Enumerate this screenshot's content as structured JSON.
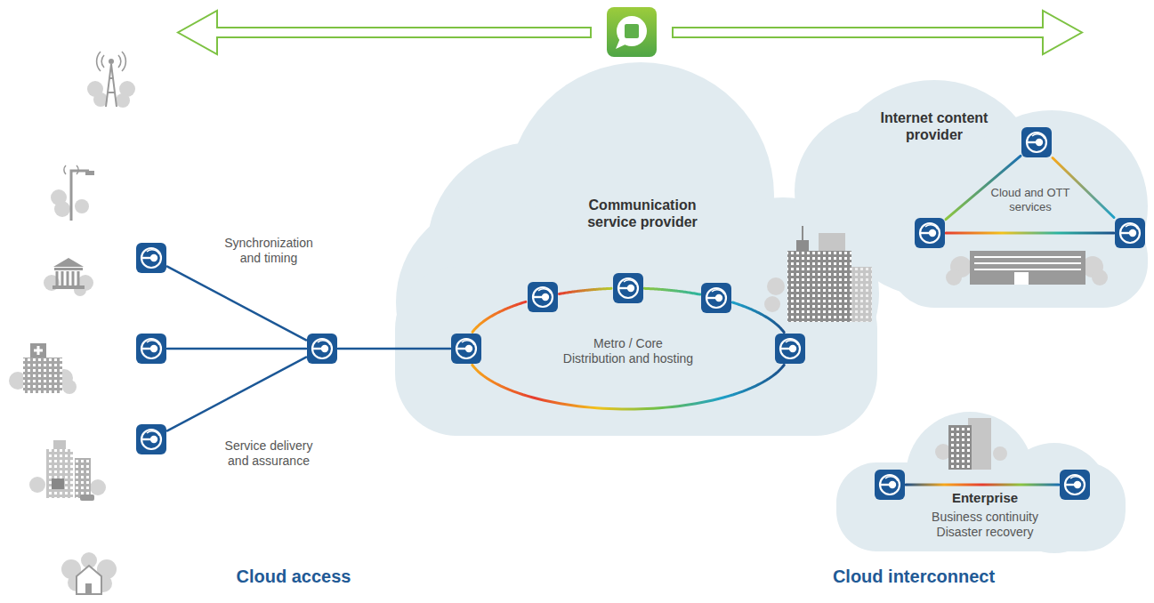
{
  "diagram": {
    "nodes": [
      {
        "text": []
      },
      {
        "text": []
      },
      {
        "text": []
      },
      {
        "text": []
      },
      {
        "text": [
          "Communication service provider",
          "Metro / Core Distribution and hosting"
        ]
      },
      {
        "text": [],
        "in": 4
      },
      {
        "text": [],
        "in": 4
      },
      {
        "text": [],
        "in": 4
      },
      {
        "text": [],
        "in": 4
      },
      {
        "text": [],
        "in": 4
      },
      {
        "text": [
          "Internet content provider",
          "Cloud and OTT services"
        ]
      },
      {
        "text": [],
        "in": 10
      },
      {
        "text": [],
        "in": 10
      },
      {
        "text": [],
        "in": 10
      },
      {
        "text": [
          "Enterprise",
          "Business continuity Disaster recovery"
        ]
      },
      {
        "text": [],
        "in": 14
      },
      {
        "text": [],
        "in": 14
      }
    ],
    "edges": [
      {
        "from": 0,
        "to": 3,
        "arrow": "none"
      },
      {
        "from": 1,
        "to": 3,
        "arrow": "none"
      },
      {
        "from": 2,
        "to": 3,
        "arrow": "none"
      },
      {
        "from": 3,
        "to": 5,
        "arrow": "none"
      },
      {
        "from": 5,
        "to": 6,
        "arrow": "none"
      },
      {
        "from": 6,
        "to": 7,
        "arrow": "none"
      },
      {
        "from": 7,
        "to": 8,
        "arrow": "none"
      },
      {
        "from": 8,
        "to": 9,
        "arrow": "none"
      },
      {
        "from": 9,
        "to": 5,
        "arrow": "none"
      },
      {
        "from": 11,
        "to": 12,
        "arrow": "none"
      },
      {
        "from": 11,
        "to": 13,
        "arrow": "none"
      },
      {
        "from": 12,
        "to": 13,
        "arrow": "none"
      },
      {
        "from": 15,
        "to": 16,
        "arrow": "none"
      }
    ],
    "labels": [
      "Synchronization and timing",
      "Service delivery and assurance",
      "Cloud access",
      "Cloud interconnect"
    ]
  }
}
